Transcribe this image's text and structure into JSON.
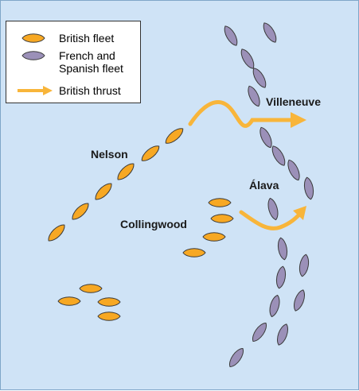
{
  "colors": {
    "sea": "#cfe3f6",
    "british_ship": "#f7a823",
    "enemy_ship": "#9b90b8",
    "ship_outline": "#3a3a3a",
    "thrust_arrow": "#f8b53a",
    "legend_background": "#ffffff"
  },
  "legend": {
    "british_fleet": {
      "icon": "british-ship-icon",
      "label": "British fleet"
    },
    "enemy_fleet": {
      "icon": "enemy-ship-icon",
      "label": "French and\nSpanish fleet"
    },
    "thrust": {
      "icon": "thrust-arrow-icon",
      "label": "British thrust"
    }
  },
  "labels": {
    "villeneuve": "Villeneuve",
    "nelson": "Nelson",
    "alava": "Álava",
    "collingwood": "Collingwood"
  }
}
